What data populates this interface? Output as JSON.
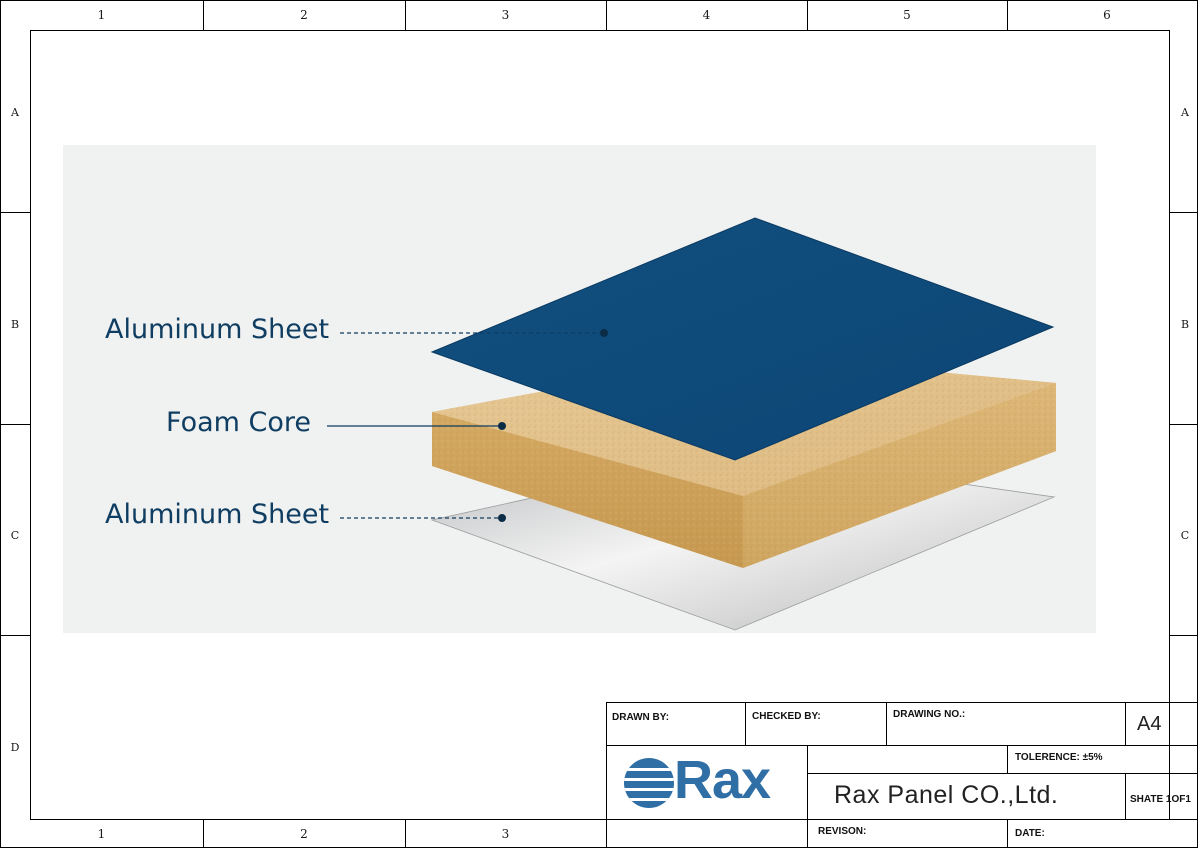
{
  "border": {
    "columns": [
      "1",
      "2",
      "3",
      "4",
      "5",
      "6"
    ],
    "bottom_columns": [
      "1",
      "2",
      "3"
    ],
    "rows": [
      "A",
      "B",
      "C",
      "D"
    ]
  },
  "diagram": {
    "layers": [
      {
        "label": "Aluminum Sheet",
        "color": "#0f4c7f"
      },
      {
        "label": "Foam Core",
        "color": "#d3ab6c"
      },
      {
        "label": "Aluminum Sheet",
        "color": "#c9c9c9"
      }
    ]
  },
  "title_block": {
    "drawn_by_label": "DRAWN BY:",
    "checked_by_label": "CHECKED BY:",
    "drawing_no_label": "DRAWING NO.:",
    "sheet_size": "A4",
    "tolerance_label": "TOLERENCE:  ±5%",
    "company_name": "Rax Panel CO.,Ltd.",
    "sheet_label": "SHATE 1OF1",
    "revision_label": "REVISON:",
    "date_label": "DATE:",
    "logo_text": "Rax",
    "logo_color": "#2f6fa6"
  }
}
